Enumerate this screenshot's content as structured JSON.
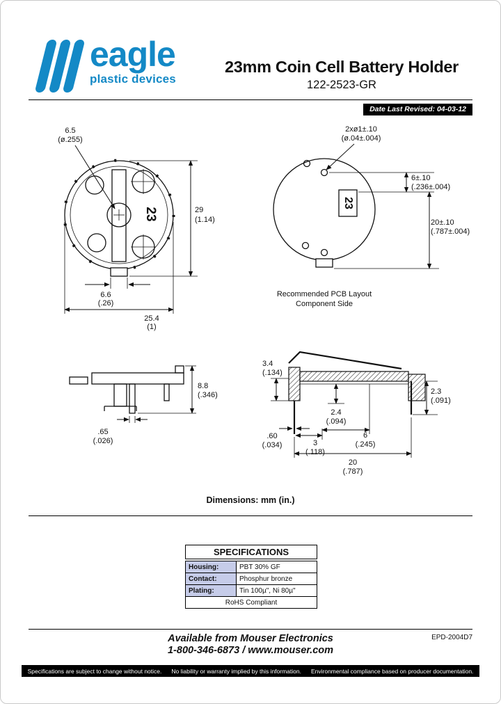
{
  "header": {
    "brand_name": "eagle",
    "brand_tagline": "plastic devices",
    "title": "23mm Coin Cell Battery Holder",
    "part_number": "122-2523-GR",
    "revision_badge": "Date Last Revised: 04-03-12"
  },
  "front_view": {
    "marking": "23",
    "hole_dia_mm": "6.5",
    "hole_dia_in": "(ø.255)",
    "height_mm": "29",
    "height_in": "(1.14)",
    "tab_width_mm": "6.6",
    "tab_width_in": "(.26)",
    "width_mm": "25.4",
    "width_in": "(1)"
  },
  "pcb_view": {
    "marking": "23",
    "holes_mm": "2xø1±.10",
    "holes_in": "(ø.04±.004)",
    "offset_mm": "6±.10",
    "offset_in": "(.236±.004)",
    "span_mm": "20±.10",
    "span_in": "(.787±.004)",
    "caption_line1": "Recommended PCB Layout",
    "caption_line2": "Component Side"
  },
  "side_view": {
    "height_mm": "8.8",
    "height_in": "(.346)",
    "pin_mm": ".65",
    "pin_in": "(.026)"
  },
  "section_view": {
    "d34_mm": "3.4",
    "d34_in": "(.134)",
    "d23_mm": "2.3",
    "d23_in": "(.091)",
    "d24_mm": "2.4",
    "d24_in": "(.094)",
    "d60_mm": ".60",
    "d60_in": "(.034)",
    "d3_mm": "3",
    "d3_in": "(.118)",
    "d6_mm": "6",
    "d6_in": "(.245)",
    "d20_mm": "20",
    "d20_in": "(.787)"
  },
  "notes": {
    "units": "Dimensions: mm (in.)"
  },
  "specifications": {
    "title": "SPECIFICATIONS",
    "rows": [
      {
        "label": "Housing:",
        "value": "PBT 30% GF"
      },
      {
        "label": "Contact:",
        "value": "Phosphur bronze"
      },
      {
        "label": "Plating:",
        "value": "Tin 100µ\", Ni 80µ\""
      }
    ],
    "compliance": "RoHS Compliant"
  },
  "footer": {
    "doc_number": "EPD-2004D7",
    "distributor_line1": "Available from Mouser Electronics",
    "distributor_line2": "1-800-346-6873 / www.mouser.com",
    "disclaimer1": "Specifications are subject to change without notice.",
    "disclaimer2": "No liability or warranty implied by this information.",
    "disclaimer3": "Environmental compliance based on producer documentation."
  }
}
